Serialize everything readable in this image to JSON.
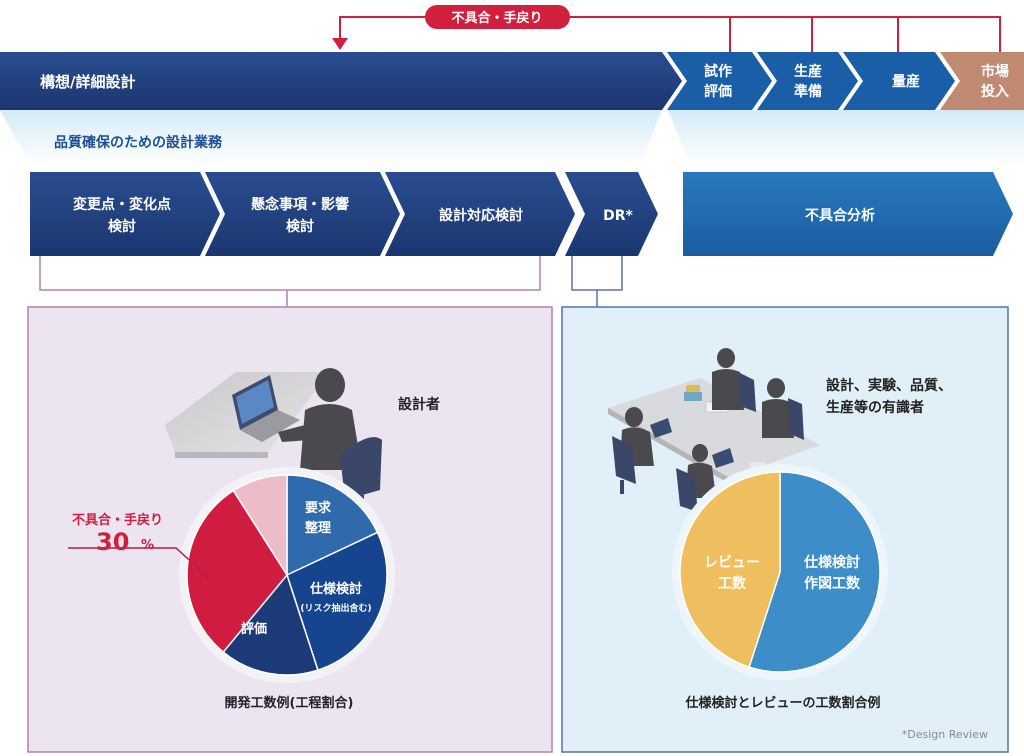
{
  "top_bar": {
    "rework_badge": "不具合・手戻り",
    "design_phase": "構想/詳細設計",
    "prototype_eval": [
      "試作",
      "評価"
    ],
    "production_prep": [
      "生産",
      "準備"
    ],
    "mass_production": "量産",
    "market_launch": [
      "市場",
      "投入"
    ]
  },
  "quality_band_label": "品質確保のための設計業務",
  "process_steps": {
    "change_points": [
      "変更点・変化点",
      "検討"
    ],
    "concerns": [
      "懸念事項・影響",
      "検討"
    ],
    "countermeasures": "設計対応検討",
    "dr": "DR*",
    "defect_analysis": "不具合分析"
  },
  "left_panel": {
    "person_label": "設計者",
    "rework_label": "不具合・手戻り",
    "rework_percent": "30",
    "percent_sign": "%",
    "pie_labels": {
      "requirements": [
        "要求",
        "整理"
      ],
      "spec_review": "仕様検討",
      "spec_review_sub": "(リスク抽出含む)",
      "evaluation": "評価"
    },
    "caption": "開発工数例(工程割合)",
    "chart_data": {
      "type": "pie",
      "slices": [
        {
          "label": "要求整理",
          "value": 18
        },
        {
          "label": "仕様検討(リスク抽出含む)",
          "value": 27
        },
        {
          "label": "評価",
          "value": 16
        },
        {
          "label": "不具合・手戻り",
          "value": 30
        },
        {
          "label": "",
          "value": 9
        }
      ]
    }
  },
  "right_panel": {
    "people_label": [
      "設計、実験、品質、",
      "生産等の有識者"
    ],
    "pie_labels": {
      "review": [
        "レビュー",
        "工数"
      ],
      "spec_drawing": [
        "仕様検討",
        "作図工数"
      ]
    },
    "caption": "仕様検討とレビューの工数割合例",
    "chart_data": {
      "type": "pie",
      "slices": [
        {
          "label": "仕様検討作図工数",
          "value": 55
        },
        {
          "label": "レビュー工数",
          "value": 45
        }
      ]
    }
  },
  "footnote": "*Design Review",
  "colors": {
    "navy": "#1e3e7d",
    "mid_blue": "#1f5ea8",
    "bright_blue": "#1a6bb0",
    "launch_brown": "#c08a72",
    "rework_red": "#d0203e",
    "left_panel_bg": "#ece4f1",
    "left_panel_border": "#b47eb5",
    "right_panel_bg": "#e1eff9",
    "right_panel_border": "#5573aa"
  }
}
